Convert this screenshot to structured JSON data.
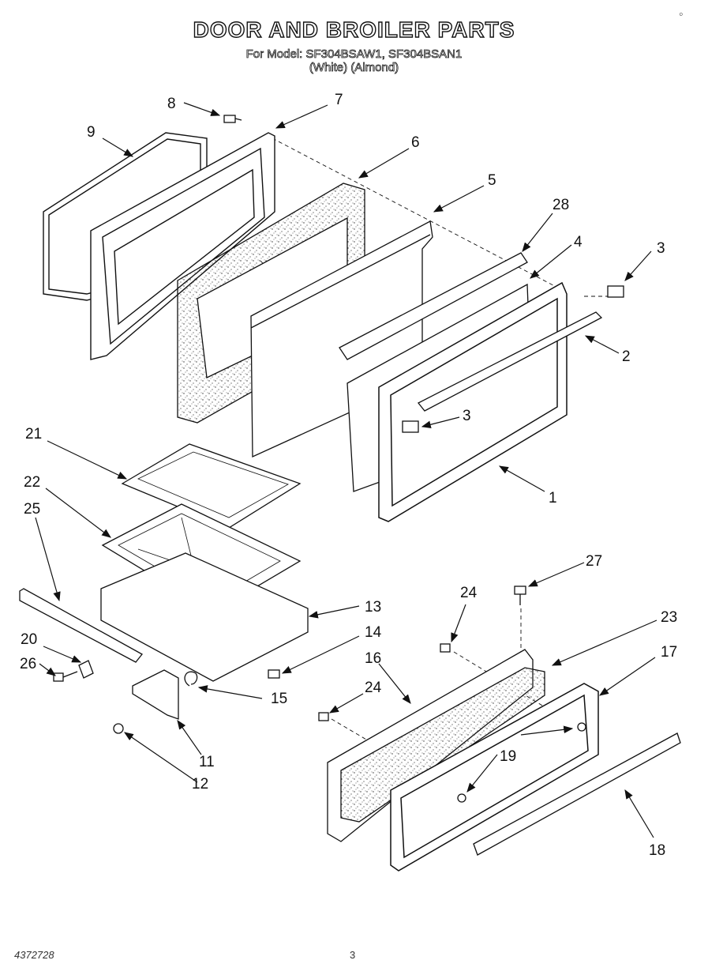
{
  "header": {
    "title": "DOOR AND BROILER PARTS",
    "model_line": "For Model: SF304BSAW1, SF304BSAN1",
    "color_line": "(White)    (Almond)"
  },
  "footer": {
    "doc_code": "4372728",
    "page_number": "3"
  },
  "corner_mark": "◦",
  "callouts": [
    {
      "id": "c1",
      "label": "1"
    },
    {
      "id": "c2",
      "label": "2"
    },
    {
      "id": "c3a",
      "label": "3"
    },
    {
      "id": "c3b",
      "label": "3"
    },
    {
      "id": "c4",
      "label": "4"
    },
    {
      "id": "c5",
      "label": "5"
    },
    {
      "id": "c6",
      "label": "6"
    },
    {
      "id": "c7",
      "label": "7"
    },
    {
      "id": "c8",
      "label": "8"
    },
    {
      "id": "c9",
      "label": "9"
    },
    {
      "id": "c11",
      "label": "11"
    },
    {
      "id": "c12",
      "label": "12"
    },
    {
      "id": "c13",
      "label": "13"
    },
    {
      "id": "c14",
      "label": "14"
    },
    {
      "id": "c15",
      "label": "15"
    },
    {
      "id": "c16",
      "label": "16"
    },
    {
      "id": "c17",
      "label": "17"
    },
    {
      "id": "c18",
      "label": "18"
    },
    {
      "id": "c19",
      "label": "19"
    },
    {
      "id": "c20",
      "label": "20"
    },
    {
      "id": "c21",
      "label": "21"
    },
    {
      "id": "c22",
      "label": "22"
    },
    {
      "id": "c23",
      "label": "23"
    },
    {
      "id": "c24a",
      "label": "24"
    },
    {
      "id": "c24b",
      "label": "24"
    },
    {
      "id": "c25",
      "label": "25"
    },
    {
      "id": "c26",
      "label": "26"
    },
    {
      "id": "c27",
      "label": "27"
    },
    {
      "id": "c28",
      "label": "28"
    }
  ]
}
